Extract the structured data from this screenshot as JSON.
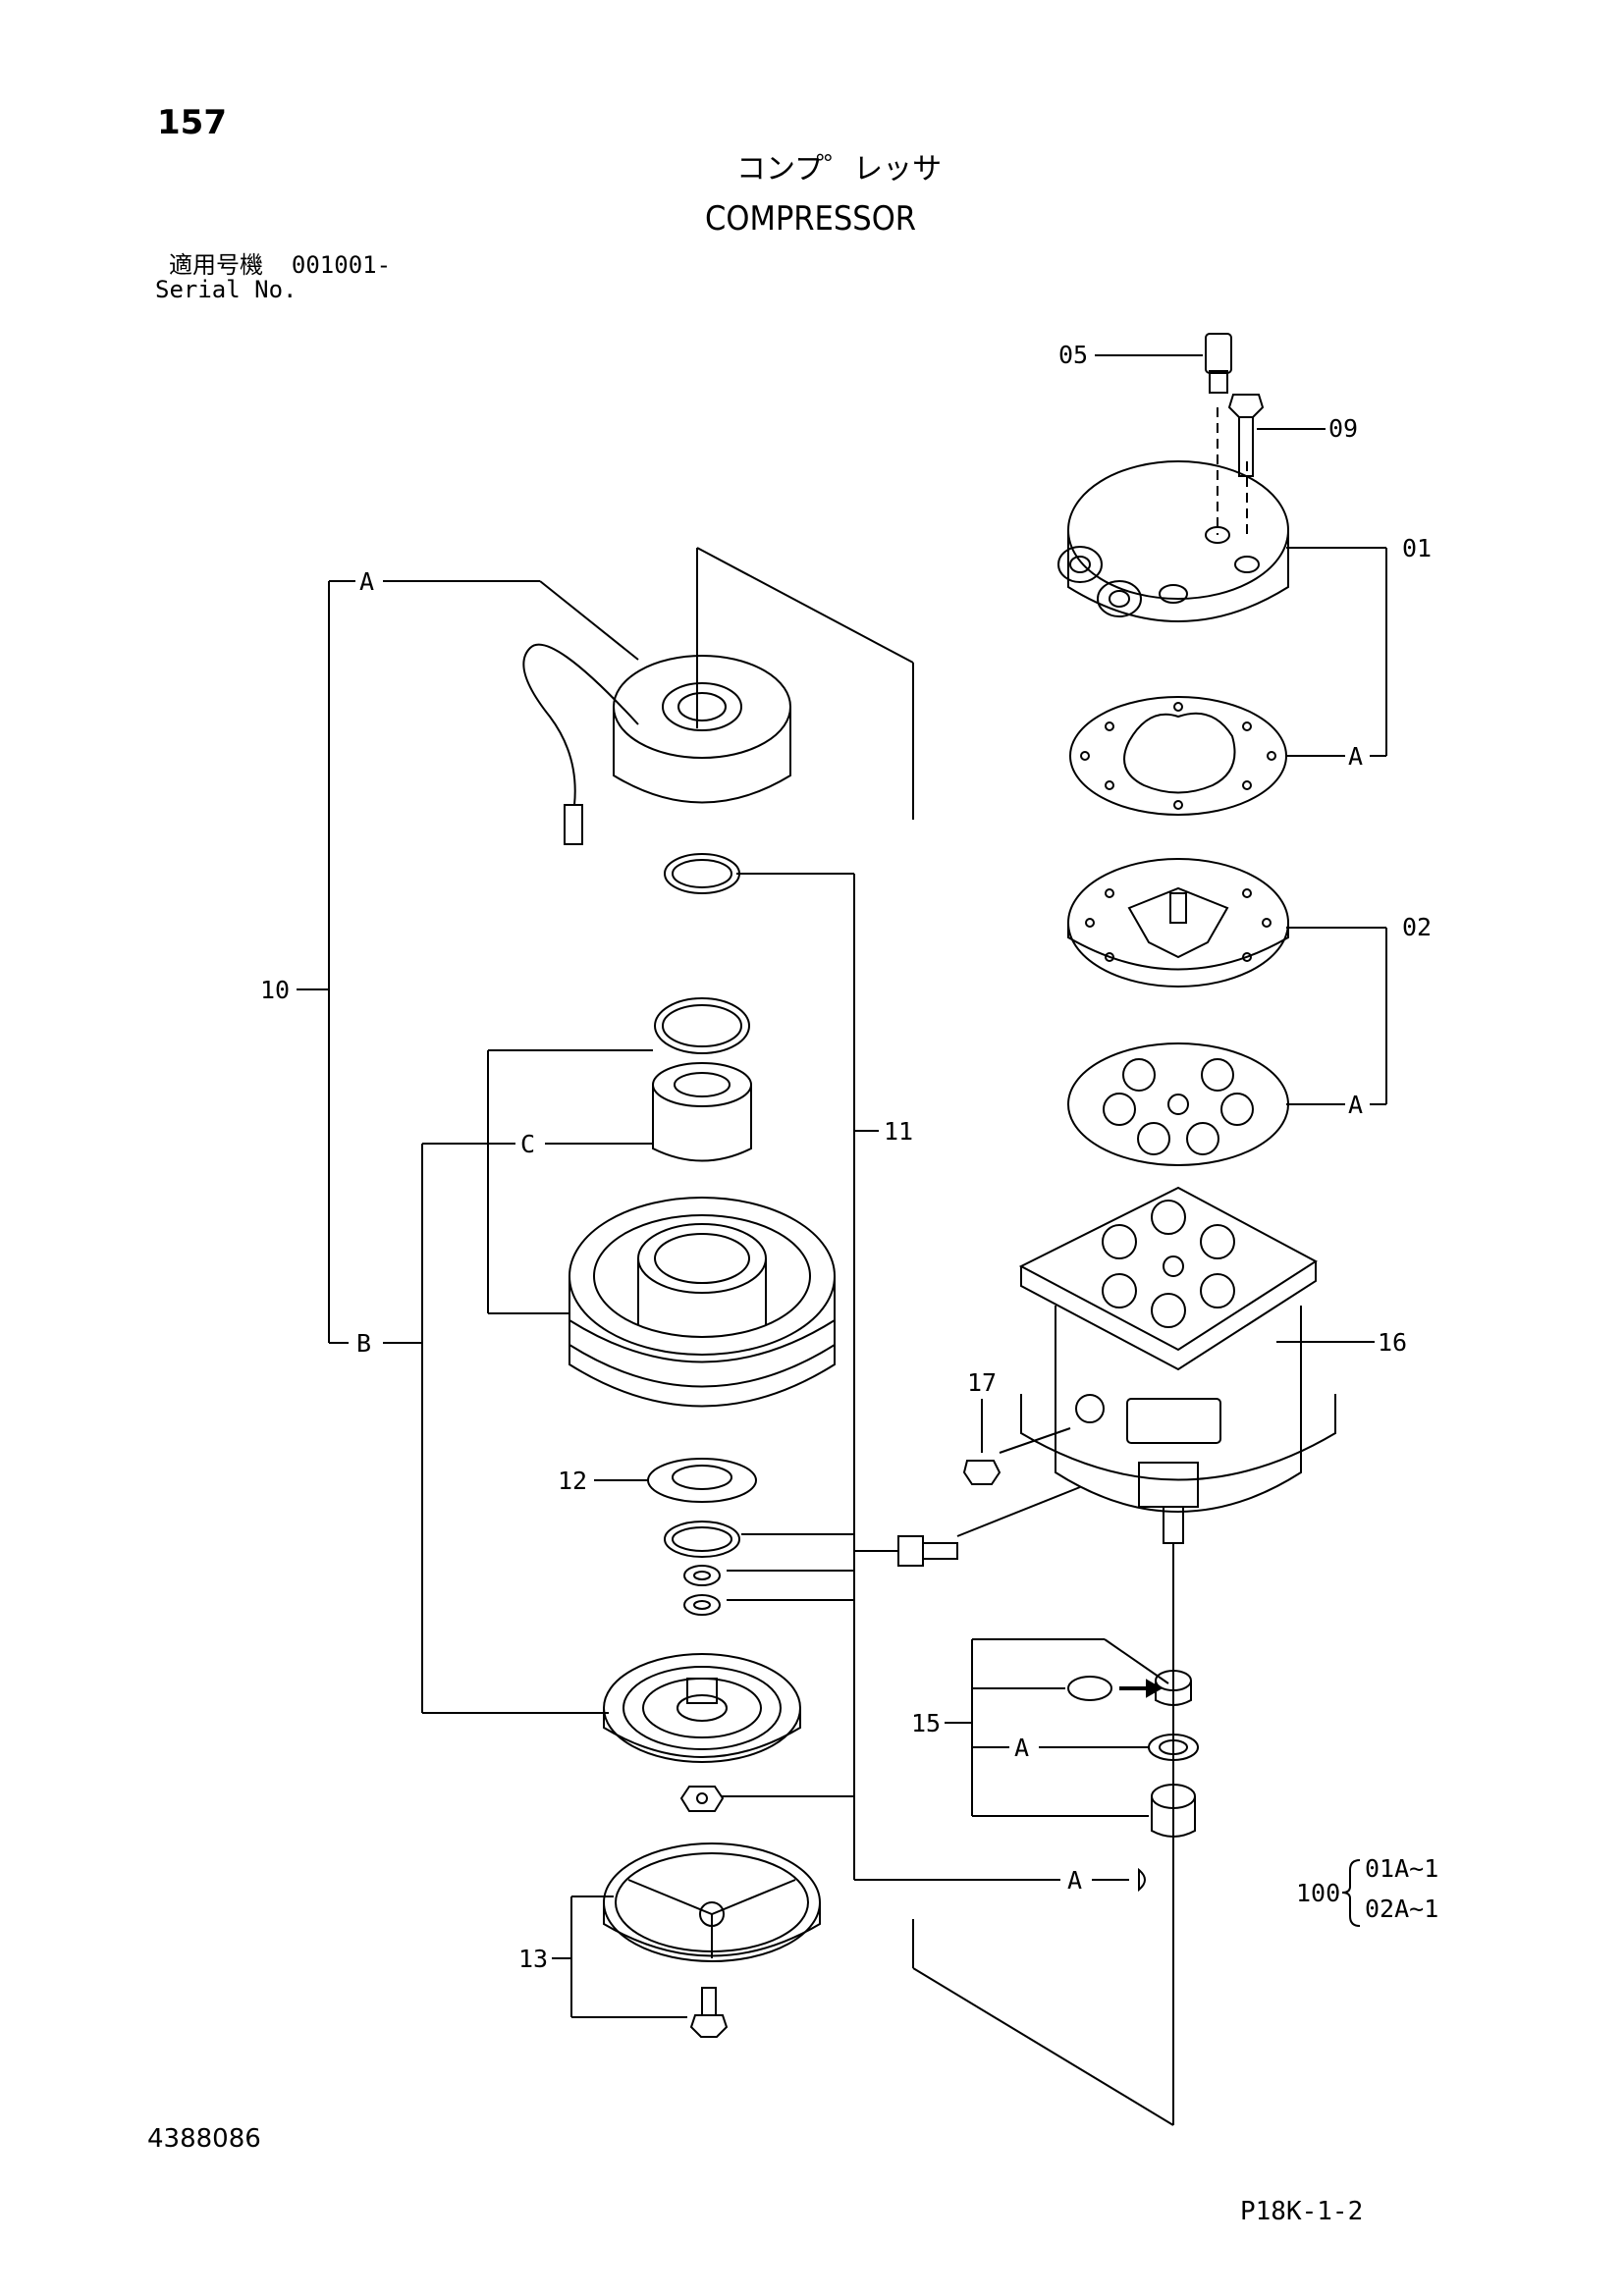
{
  "page_number": "157",
  "title_jp": "コンプ゜レッサ",
  "title_en": "COMPRESSOR",
  "serial_label_jp": "適用号機",
  "serial_value": "001001-",
  "serial_label_en": "Serial No.",
  "document_number": "4388086",
  "page_code": "P18K-1-2",
  "callouts": {
    "c05": "05",
    "c09": "09",
    "c01": "01",
    "c02": "02",
    "c16": "16",
    "c17": "17",
    "c10": "10",
    "c11": "11",
    "c12": "12",
    "c13": "13",
    "c15": "15",
    "c100": "100",
    "g_a1": "A",
    "g_b": "B",
    "g_c": "C",
    "g_a2": "A",
    "g_a3": "A",
    "g_a4": "A",
    "g_a5": "A",
    "kit1": "01A~1",
    "kit2": "02A~1"
  }
}
